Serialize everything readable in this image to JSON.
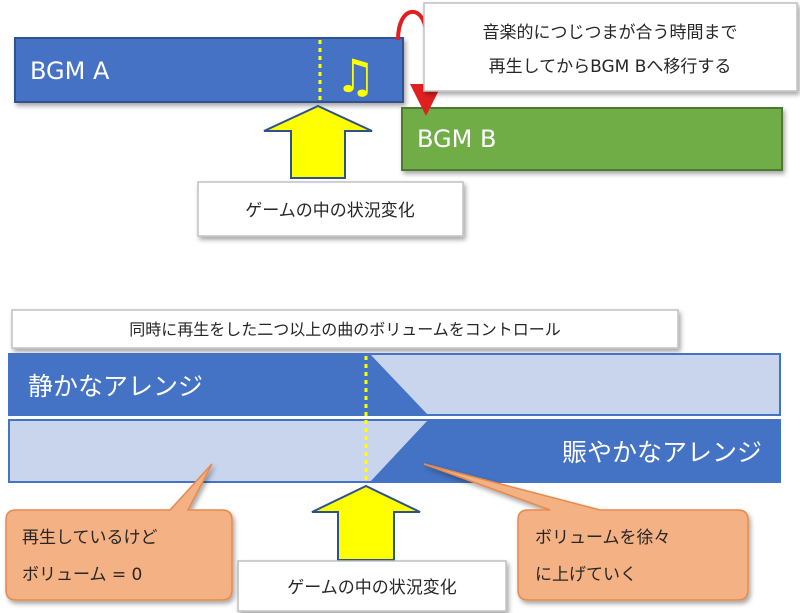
{
  "top": {
    "bgm_a": "BGM A",
    "bgm_b": "BGM B",
    "note_glyph": "♫",
    "musical_note_lines": [
      "音楽的につじつまが合う時間まで",
      "再生してからBGM Bへ移行する"
    ],
    "trigger_label": "ゲームの中の状況変化"
  },
  "bottom": {
    "title": "同時に再生をした二つ以上の曲のボリュームをコントロール",
    "track_quiet": "静かなアレンジ",
    "track_lively": "賑やかなアレンジ",
    "callout_left_lines": [
      "再生しているけど",
      "ボリューム = 0"
    ],
    "callout_right_lines": [
      "ボリュームを徐々",
      "に上げていく"
    ],
    "trigger_label": "ゲームの中の状況変化"
  },
  "colors": {
    "blue": "#4472C4",
    "light_blue": "#C9D5EC",
    "green": "#70AD47",
    "arrow_yellow": "#FFFF00",
    "dotted_yellow": "#FFFF00",
    "red_arrow": "#E02020",
    "callout_fill": "#F4B183",
    "callout_stroke": "#E58A4C"
  }
}
